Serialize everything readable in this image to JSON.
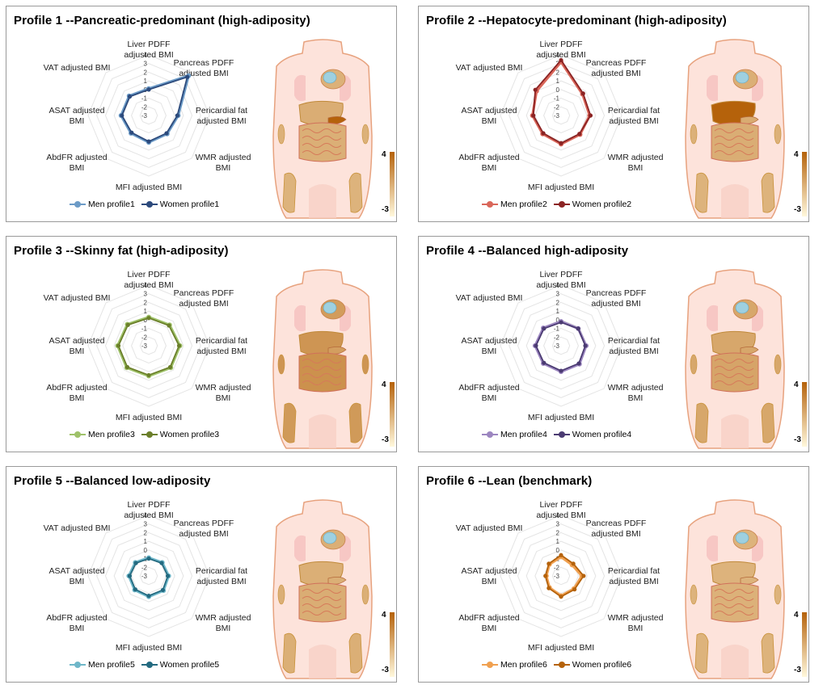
{
  "axes": [
    "Liver PDFF adjusted BMI",
    "Pancreas PDFF adjusted BMI",
    "Pericardial fat adjusted BMI",
    "WMR adjusted BMI",
    "MFI adjusted BMI",
    "AbdFR adjusted BMI",
    "ASAT adjusted BMI",
    "VAT adjusted BMI"
  ],
  "axis_lines": [
    [
      "Liver PDFF",
      "adjusted BMI"
    ],
    [
      "Pancreas PDFF",
      "adjusted BMI"
    ],
    [
      "Pericardial fat",
      "adjusted BMI"
    ],
    [
      "WMR adjusted",
      "BMI"
    ],
    [
      "MFI adjusted BMI"
    ],
    [
      "AbdFR adjusted",
      "BMI"
    ],
    [
      "ASAT adjusted",
      "BMI"
    ],
    [
      "VAT adjusted BMI"
    ]
  ],
  "ticks": [
    "4",
    "3",
    "2",
    "1",
    "0",
    "-1",
    "-2",
    "-3"
  ],
  "colorbar": {
    "max": "4",
    "min": "-3",
    "high_color": "#b5620b",
    "low_color": "#fff8dc"
  },
  "chart_data": [
    {
      "type": "radar",
      "title": "Profile 1 --Pancreatic-predominant (high-adiposity)",
      "rlim": [
        -3,
        4
      ],
      "categories": [
        "Liver PDFF adjusted BMI",
        "Pancreas PDFF adjusted BMI",
        "Pericardial fat adjusted BMI",
        "WMR adjusted BMI",
        "MFI adjusted BMI",
        "AbdFR adjusted BMI",
        "ASAT adjusted BMI",
        "VAT adjusted BMI"
      ],
      "series": [
        {
          "name": "Men profile1",
          "color": "#6c9bc7",
          "values": [
            0.1,
            3.5,
            0.4,
            0.0,
            0.1,
            -0.1,
            0.2,
            0.2
          ]
        },
        {
          "name": "Women profile1",
          "color": "#2c4a7c",
          "values": [
            0.0,
            3.3,
            0.3,
            -0.1,
            0.0,
            -0.2,
            0.1,
            0.1
          ]
        }
      ],
      "organ_levels": {
        "liver": 0.5,
        "pancreas": 4.0,
        "pericardial": 0.3,
        "intestine": 0.4,
        "asat": 0.3,
        "muscle": 0.2
      }
    },
    {
      "type": "radar",
      "title": "Profile 2 --Hepatocyte-predominant (high-adiposity)",
      "rlim": [
        -3,
        4
      ],
      "categories": [
        "Liver PDFF adjusted BMI",
        "Pancreas PDFF adjusted BMI",
        "Pericardial fat adjusted BMI",
        "WMR adjusted BMI",
        "MFI adjusted BMI",
        "AbdFR adjusted BMI",
        "ASAT adjusted BMI",
        "VAT adjusted BMI"
      ],
      "series": [
        {
          "name": "Men profile2",
          "color": "#d9675a",
          "values": [
            3.2,
            0.5,
            0.3,
            0.1,
            0.3,
            0.0,
            0.3,
            1.0
          ]
        },
        {
          "name": "Women profile2",
          "color": "#8b2323",
          "values": [
            3.4,
            0.6,
            0.4,
            0.0,
            0.2,
            -0.1,
            0.2,
            1.2
          ]
        }
      ],
      "organ_levels": {
        "liver": 4.0,
        "pancreas": 0.6,
        "pericardial": 0.4,
        "intestine": 0.5,
        "asat": 0.3,
        "muscle": 0.2
      }
    },
    {
      "type": "radar",
      "title": "Profile 3 --Skinny fat (high-adiposity)",
      "rlim": [
        -3,
        4
      ],
      "categories": [
        "Liver PDFF adjusted BMI",
        "Pancreas PDFF adjusted BMI",
        "Pericardial fat adjusted BMI",
        "WMR adjusted BMI",
        "MFI adjusted BMI",
        "AbdFR adjusted BMI",
        "ASAT adjusted BMI",
        "VAT adjusted BMI"
      ],
      "series": [
        {
          "name": "Men profile3",
          "color": "#9fc26a",
          "values": [
            0.3,
            0.4,
            0.6,
            0.6,
            0.5,
            0.6,
            0.6,
            0.5
          ]
        },
        {
          "name": "Women profile3",
          "color": "#6b7f2a",
          "values": [
            0.2,
            0.3,
            0.5,
            0.5,
            0.4,
            0.5,
            0.5,
            0.4
          ]
        }
      ],
      "organ_levels": {
        "liver": 1.6,
        "pancreas": 1.2,
        "pericardial": 1.3,
        "intestine": 1.8,
        "asat": 1.6,
        "muscle": 1.4
      }
    },
    {
      "type": "radar",
      "title": "Profile 4 --Balanced high-adiposity",
      "rlim": [
        -3,
        4
      ],
      "categories": [
        "Liver PDFF adjusted BMI",
        "Pancreas PDFF adjusted BMI",
        "Pericardial fat adjusted BMI",
        "WMR adjusted BMI",
        "MFI adjusted BMI",
        "AbdFR adjusted BMI",
        "ASAT adjusted BMI",
        "VAT adjusted BMI"
      ],
      "series": [
        {
          "name": "Men profile4",
          "color": "#9c86c0",
          "values": [
            -0.2,
            -0.2,
            -0.1,
            0.0,
            0.0,
            -0.1,
            0.0,
            -0.1
          ]
        },
        {
          "name": "Women profile4",
          "color": "#4b3b72",
          "values": [
            -0.3,
            -0.2,
            -0.2,
            -0.1,
            -0.1,
            -0.2,
            -0.1,
            -0.2
          ]
        }
      ],
      "organ_levels": {
        "liver": 0.8,
        "pancreas": 0.8,
        "pericardial": 0.8,
        "intestine": 0.9,
        "asat": 0.8,
        "muscle": 0.8
      }
    },
    {
      "type": "radar",
      "title": "Profile 5 --Balanced low-adiposity",
      "rlim": [
        -3,
        4
      ],
      "categories": [
        "Liver PDFF adjusted BMI",
        "Pancreas PDFF adjusted BMI",
        "Pericardial fat adjusted BMI",
        "WMR adjusted BMI",
        "MFI adjusted BMI",
        "AbdFR adjusted BMI",
        "ASAT adjusted BMI",
        "VAT adjusted BMI"
      ],
      "series": [
        {
          "name": "Men profile5",
          "color": "#6fb7c9",
          "values": [
            -0.9,
            -0.8,
            -0.7,
            -0.6,
            -0.6,
            -0.7,
            -0.7,
            -0.8
          ]
        },
        {
          "name": "Women profile5",
          "color": "#236a80",
          "values": [
            -1.0,
            -0.9,
            -0.8,
            -0.7,
            -0.7,
            -0.8,
            -0.8,
            -0.9
          ]
        }
      ],
      "organ_levels": {
        "liver": 0.4,
        "pancreas": 0.4,
        "pericardial": 0.4,
        "intestine": 0.5,
        "asat": 0.4,
        "muscle": 0.4
      }
    },
    {
      "type": "radar",
      "title": "Profile 6 --Lean (benchmark)",
      "rlim": [
        -3,
        4
      ],
      "categories": [
        "Liver PDFF adjusted BMI",
        "Pancreas PDFF adjusted BMI",
        "Pericardial fat adjusted BMI",
        "WMR adjusted BMI",
        "MFI adjusted BMI",
        "AbdFR adjusted BMI",
        "ASAT adjusted BMI",
        "VAT adjusted BMI"
      ],
      "series": [
        {
          "name": "Men profile6",
          "color": "#f0a050",
          "values": [
            -0.8,
            -1.2,
            -0.6,
            -0.9,
            -0.7,
            -1.1,
            -1.3,
            -1.1
          ]
        },
        {
          "name": "Women profile6",
          "color": "#b5620b",
          "values": [
            -0.6,
            -1.0,
            -0.4,
            -0.8,
            -0.6,
            -1.0,
            -1.2,
            -1.0
          ]
        }
      ],
      "organ_levels": {
        "liver": 0.2,
        "pancreas": 0.2,
        "pericardial": 0.2,
        "intestine": 0.3,
        "asat": 0.2,
        "muscle": 0.2
      }
    }
  ]
}
